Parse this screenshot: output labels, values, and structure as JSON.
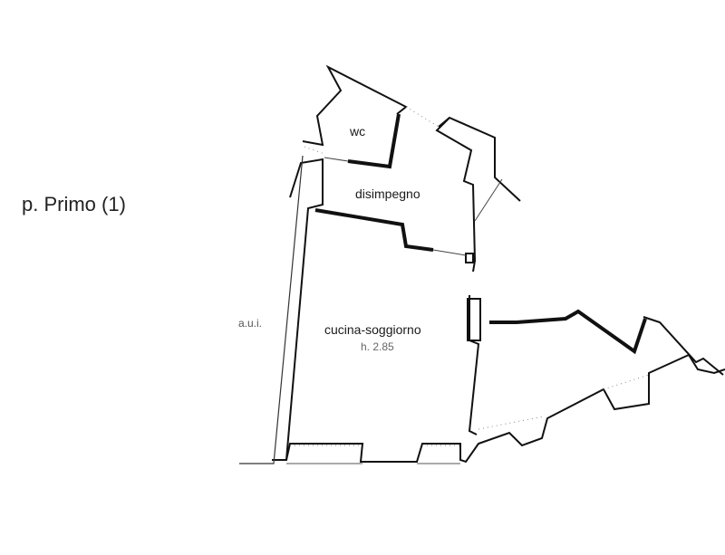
{
  "floor_title": "p. Primo (1)",
  "rooms": {
    "wc": "wc",
    "disimpegno": "disimpegno",
    "cucina_soggiorno": "cucina-soggiorno",
    "height": "h. 2.85"
  },
  "adjacent_label": "a.u.i.",
  "colors": {
    "wall": "#111111",
    "window": "#555555",
    "dotted": "#888888"
  }
}
